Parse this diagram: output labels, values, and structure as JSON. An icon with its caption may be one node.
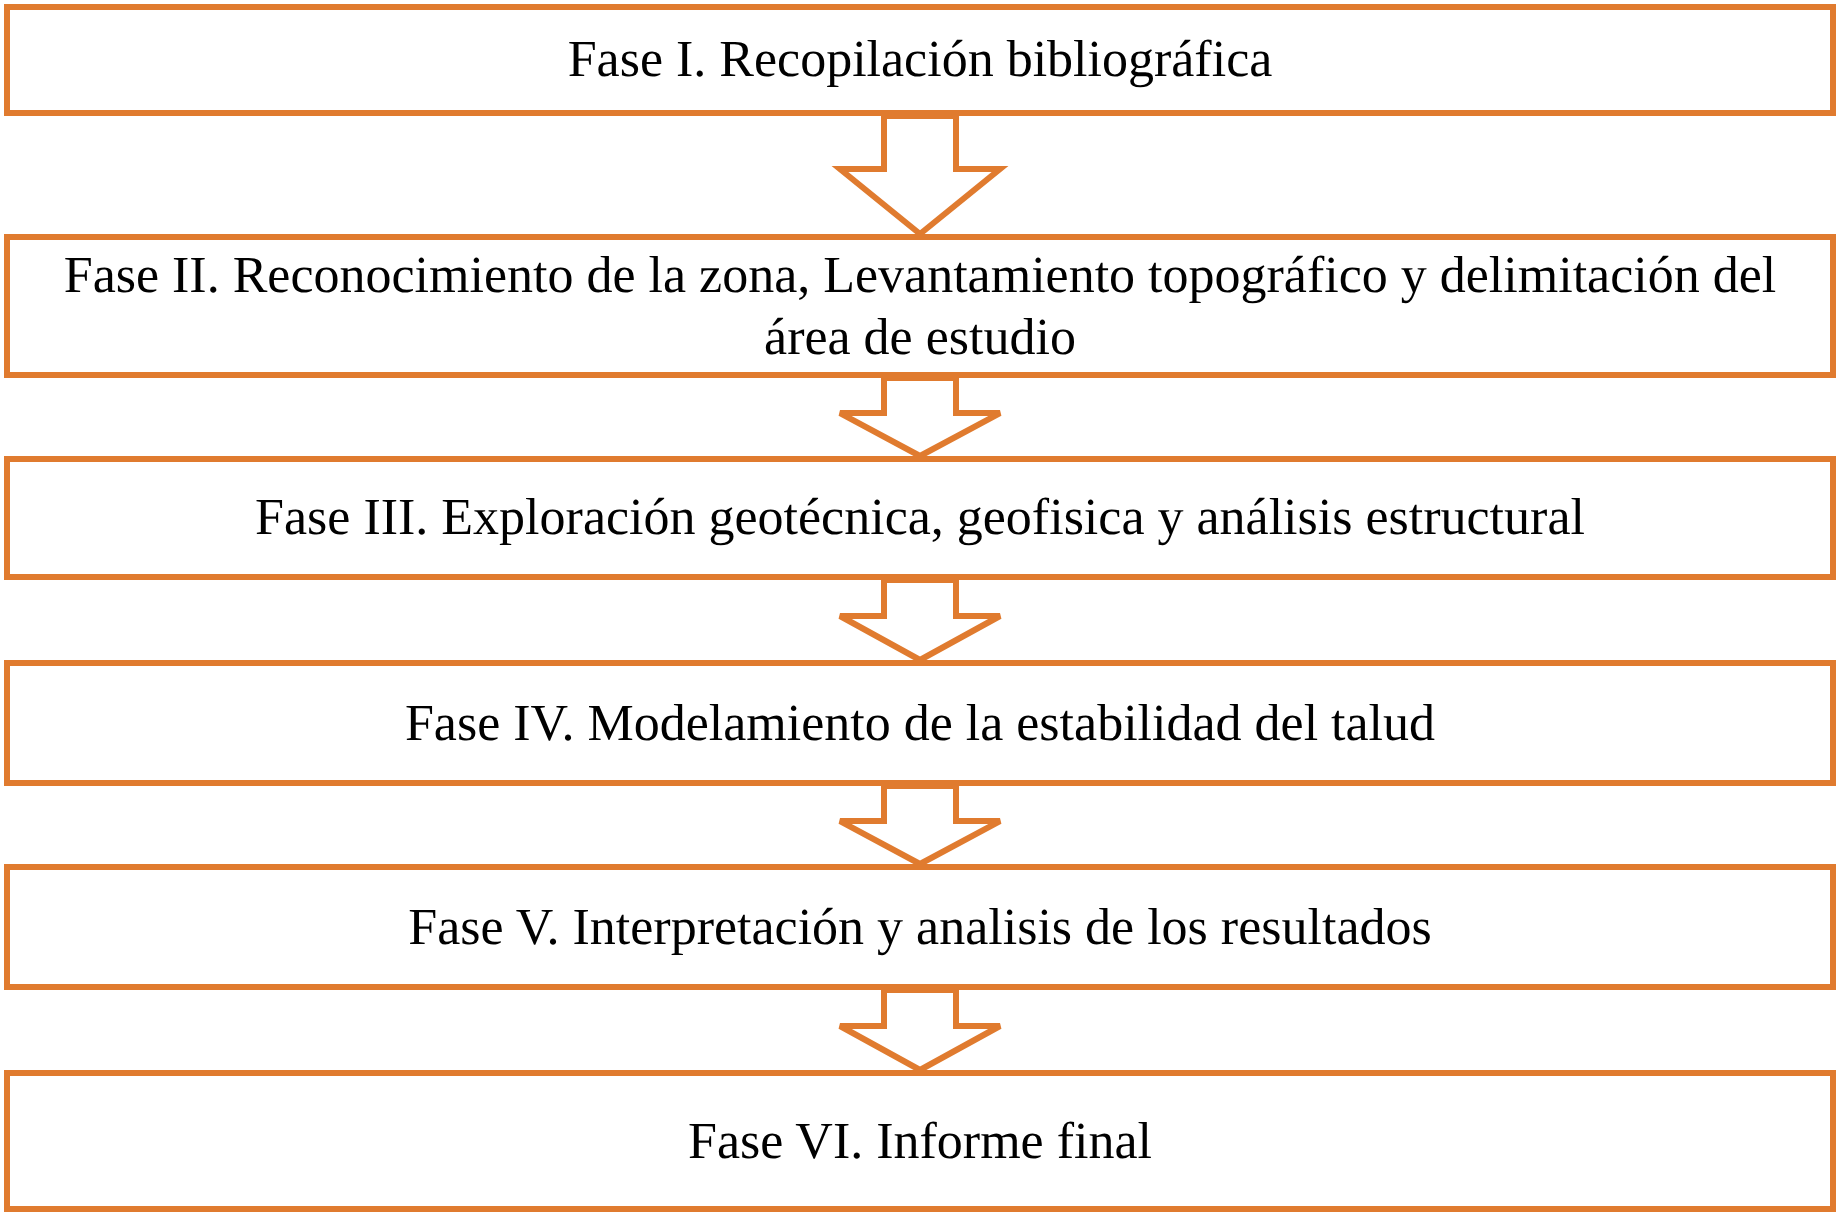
{
  "diagram": {
    "nodes": [
      {
        "text": [
          "Fase I. Recopilación bibliográfica"
        ]
      },
      {
        "text": [
          "Fase II. Reconocimiento de la zona, Levantamiento topográfico y delimitación del área de estudio"
        ]
      },
      {
        "text": [
          "Fase III. Exploración geotécnica, geofisica y análisis estructural"
        ]
      },
      {
        "text": [
          "Fase IV. Modelamiento de la estabilidad del talud"
        ]
      },
      {
        "text": [
          "Fase V. Interpretación y analisis de los resultados"
        ]
      },
      {
        "text": [
          "Fase VI. Informe final"
        ]
      }
    ],
    "edges": [
      {
        "from": 0,
        "to": 1,
        "arrow": "to"
      },
      {
        "from": 1,
        "to": 2,
        "arrow": "to"
      },
      {
        "from": 2,
        "to": 3,
        "arrow": "to"
      },
      {
        "from": 3,
        "to": 4,
        "arrow": "to"
      },
      {
        "from": 4,
        "to": 5,
        "arrow": "to"
      }
    ]
  }
}
